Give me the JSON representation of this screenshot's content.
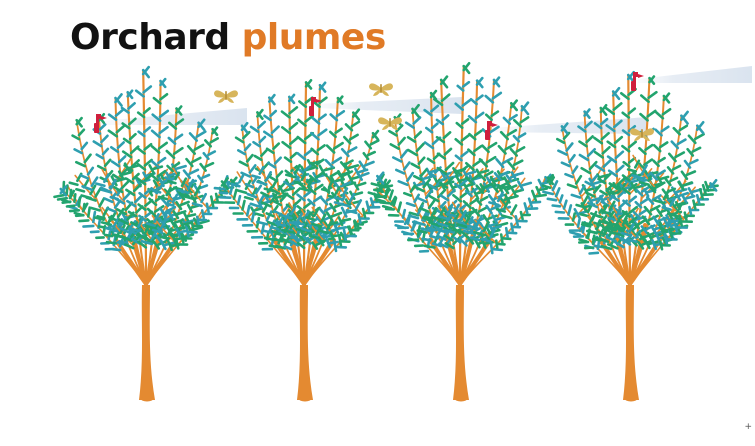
{
  "title": {
    "word_1": "Orchard",
    "word_2": "plumes"
  },
  "counts": {
    "trees": 4,
    "dispensers": 4,
    "plumes": 4,
    "moths": 4
  },
  "colors": {
    "title_word_1": "#121212",
    "title_word_2": "#e07a26",
    "trunk": "#e48a31",
    "twig": "#e48a31",
    "leaf_primary": "#22a46e",
    "leaf_secondary": "#2e9fb0",
    "dispenser": "#cf1f3c",
    "plume": "#d8e2ee",
    "moth": "#d7b55b",
    "moth_body": "#b48d34",
    "background": "#ffffff",
    "corner_mark": "#555555"
  },
  "icons": {
    "dispenser": "pheromone-dispenser-icon",
    "moth": "moth-icon",
    "corner_mark": "plus-mark"
  },
  "corner_mark": {
    "glyph": "+"
  }
}
